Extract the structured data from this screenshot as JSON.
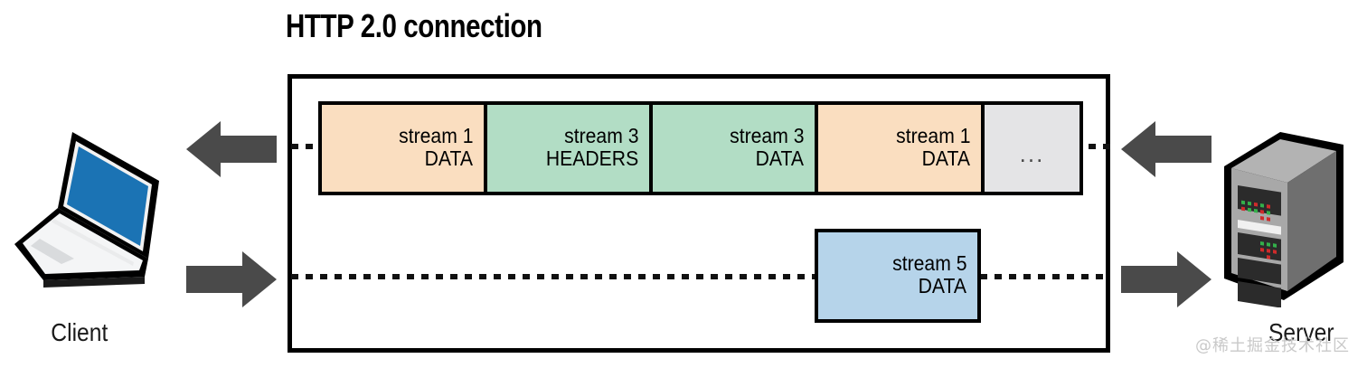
{
  "title": "HTTP 2.0 connection",
  "endpoints": {
    "client": {
      "label": "Client",
      "icon": "laptop-icon"
    },
    "server": {
      "label": "Server",
      "icon": "server-rack-icon"
    }
  },
  "arrows": [
    {
      "name": "arrow-to-client-top",
      "direction": "left",
      "color": "#4a4a4a"
    },
    {
      "name": "arrow-to-server-bottom",
      "direction": "right",
      "color": "#4a4a4a"
    },
    {
      "name": "arrow-from-server-top",
      "direction": "left",
      "color": "#4a4a4a"
    },
    {
      "name": "arrow-from-client-bottom",
      "direction": "right",
      "color": "#4a4a4a"
    }
  ],
  "top_lane": {
    "frames": [
      {
        "stream": "stream 1",
        "type": "DATA",
        "color": "#fadec0",
        "width": 183
      },
      {
        "stream": "stream 3",
        "type": "HEADERS",
        "color": "#b2ddc5",
        "width": 183
      },
      {
        "stream": "stream 3",
        "type": "DATA",
        "color": "#b2ddc5",
        "width": 183
      },
      {
        "stream": "stream 1",
        "type": "DATA",
        "color": "#fadec0",
        "width": 184
      },
      {
        "stream": "...",
        "type": "",
        "color": "#e4e4e6",
        "width": 113
      }
    ]
  },
  "bottom_lane": {
    "frame": {
      "stream": "stream 5",
      "type": "DATA",
      "color": "#b6d4ea"
    }
  },
  "watermark": "@稀土掘金技术社区",
  "colors": {
    "orange_frame": "#fadec0",
    "green_frame": "#b2ddc5",
    "blue_frame": "#b6d4ea",
    "gray_frame": "#e4e4e6",
    "arrow_gray": "#4a4a4a",
    "outline_black": "#000000",
    "laptop_screen_blue": "#1b73b4",
    "server_body_gray": "#9a9a9a"
  }
}
